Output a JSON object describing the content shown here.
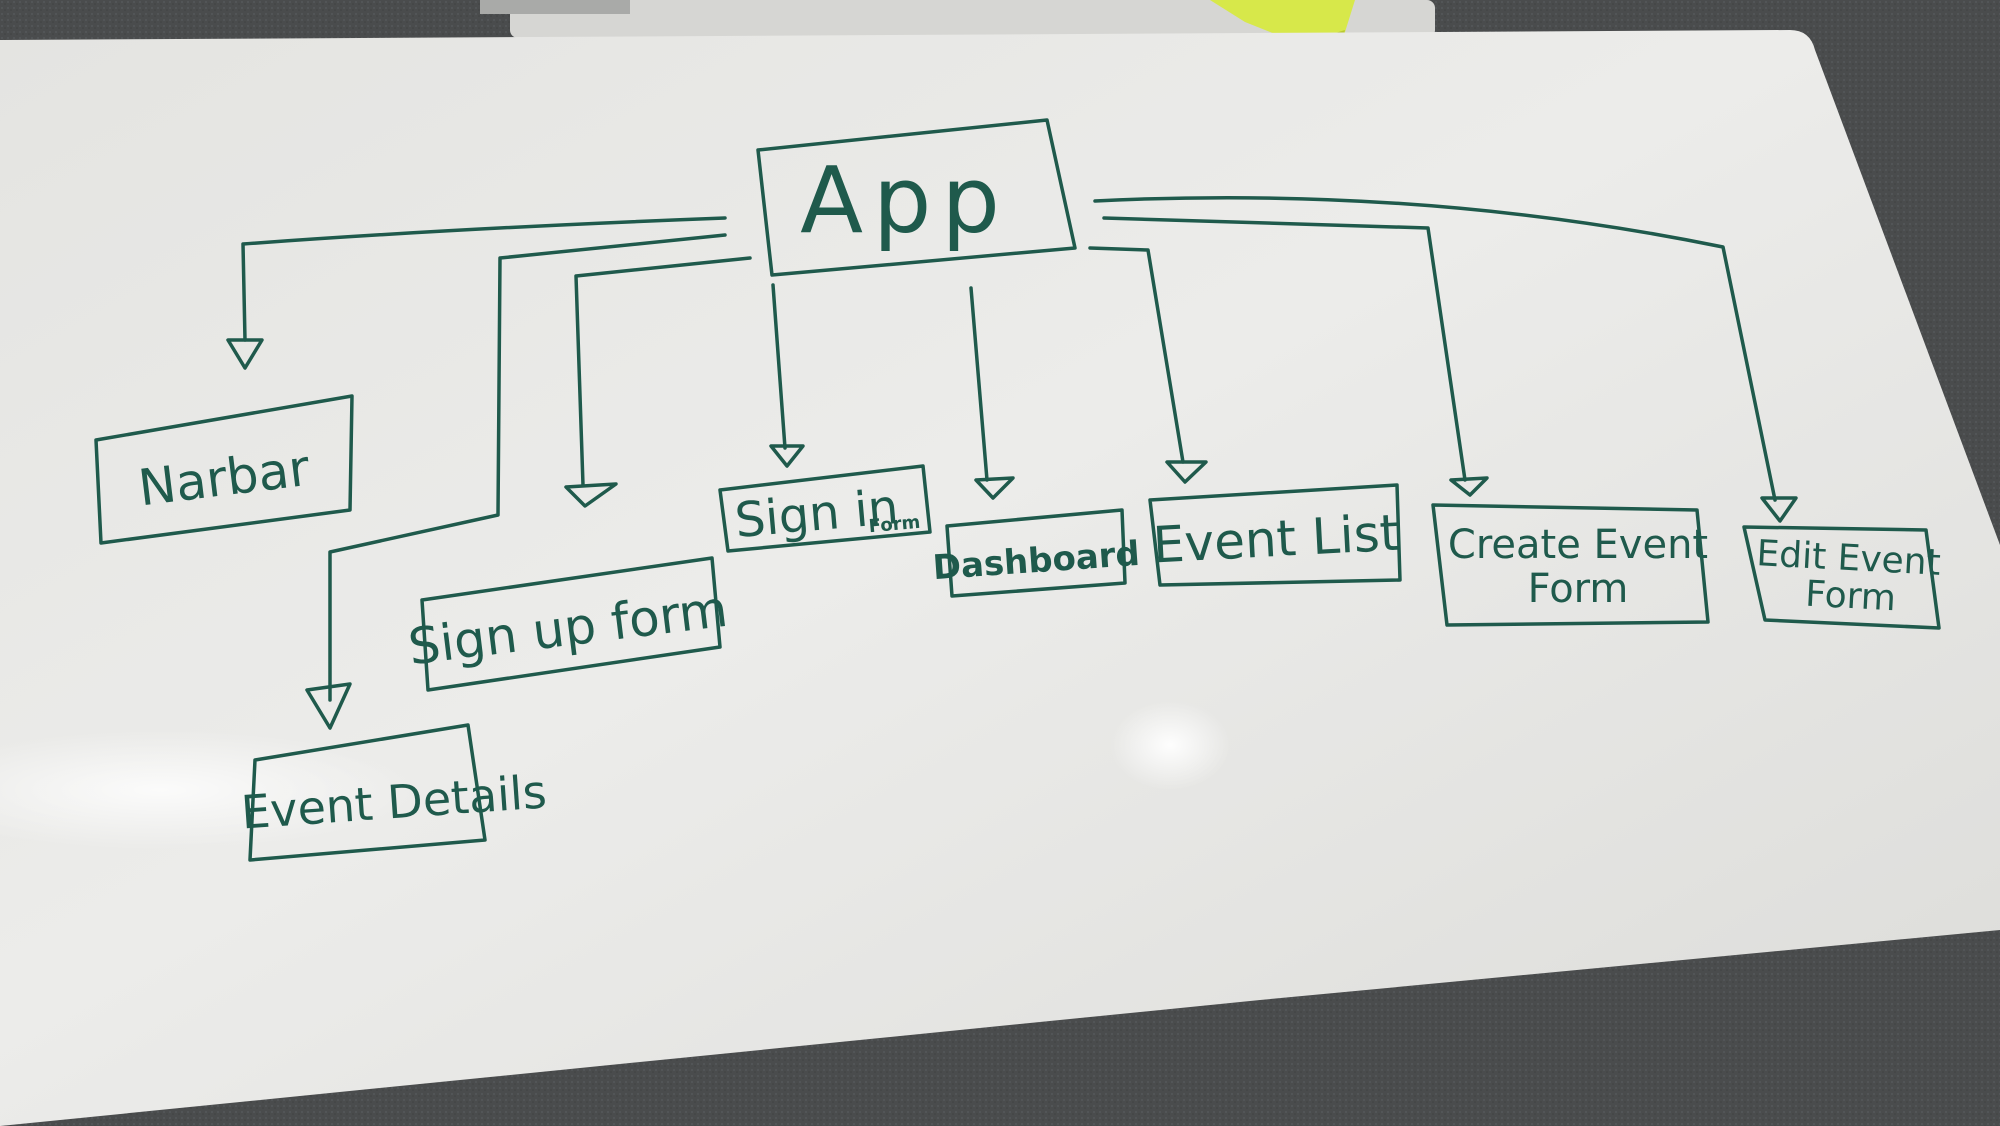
{
  "diagram": {
    "type": "whiteboard-tree",
    "colors": {
      "ink": "#1f5a4c",
      "ink_dark": "#143c33",
      "board": "#e9e9e6",
      "floor": "#4a4c4d",
      "paper_pack": "#d7e84a"
    },
    "root": {
      "id": "app",
      "label": "App"
    },
    "children": [
      {
        "id": "navbar",
        "label": "Narbar"
      },
      {
        "id": "event-details",
        "label": "Event Details"
      },
      {
        "id": "sign-up-form",
        "label": "Sign up form"
      },
      {
        "id": "sign-in-form",
        "label": "Sign in",
        "sublabel": "Form"
      },
      {
        "id": "dashboard",
        "label": "Dashboard"
      },
      {
        "id": "event-list",
        "label": "Event List"
      },
      {
        "id": "create-event-form",
        "label": "Create Event",
        "label2": "Form"
      },
      {
        "id": "edit-event-form",
        "label": "Edit Event",
        "label2": "Form"
      }
    ],
    "edges": [
      {
        "from": "app",
        "to": "navbar"
      },
      {
        "from": "app",
        "to": "event-details"
      },
      {
        "from": "app",
        "to": "sign-up-form"
      },
      {
        "from": "app",
        "to": "sign-in-form"
      },
      {
        "from": "app",
        "to": "dashboard"
      },
      {
        "from": "app",
        "to": "event-list"
      },
      {
        "from": "app",
        "to": "create-event-form"
      },
      {
        "from": "app",
        "to": "edit-event-form"
      }
    ]
  }
}
